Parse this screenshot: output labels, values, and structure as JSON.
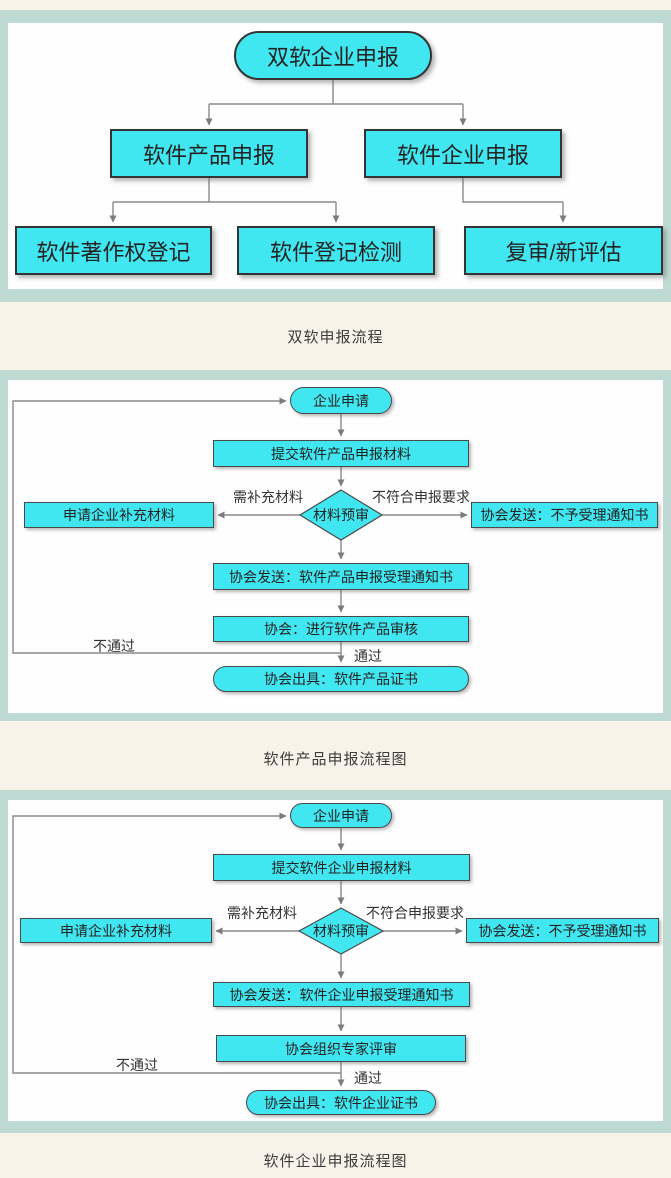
{
  "colors": {
    "background": "#f7f3e9",
    "panel_border": "#bedad2",
    "panel_bg": "#fefefe",
    "node_fill": "#41e7f0",
    "node_border": "#4a4a4a",
    "connector": "#8a8a8a",
    "text": "#232323"
  },
  "diagram1": {
    "caption": "双软申报流程",
    "root": "双软企业申报",
    "child_left": "软件产品申报",
    "child_right": "软件企业申报",
    "leaf1": "软件著作权登记",
    "leaf2": "软件登记检测",
    "leaf3": "复审/新评估"
  },
  "diagram2": {
    "caption": "软件产品申报流程图",
    "start": "企业申请",
    "submit": "提交软件产品申报材料",
    "review": "材料预审",
    "supplement": "申请企业补充材料",
    "reject": "协会发送：不予受理通知书",
    "accept": "协会发送：软件产品申报受理通知书",
    "audit": "协会：进行软件产品审核",
    "cert": "协会出具：软件产品证书",
    "label_need": "需补充材料",
    "label_notmeet": "不符合申报要求",
    "label_fail": "不通过",
    "label_pass": "通过"
  },
  "diagram3": {
    "caption": "软件企业申报流程图",
    "start": "企业申请",
    "submit": "提交软件企业申报材料",
    "review": "材料预审",
    "supplement": "申请企业补充材料",
    "reject": "协会发送：不予受理通知书",
    "accept": "协会发送：软件企业申报受理通知书",
    "audit": "协会组织专家评审",
    "cert": "协会出具：软件企业证书",
    "label_need": "需补充材料",
    "label_notmeet": "不符合申报要求",
    "label_fail": "不通过",
    "label_pass": "通过"
  }
}
